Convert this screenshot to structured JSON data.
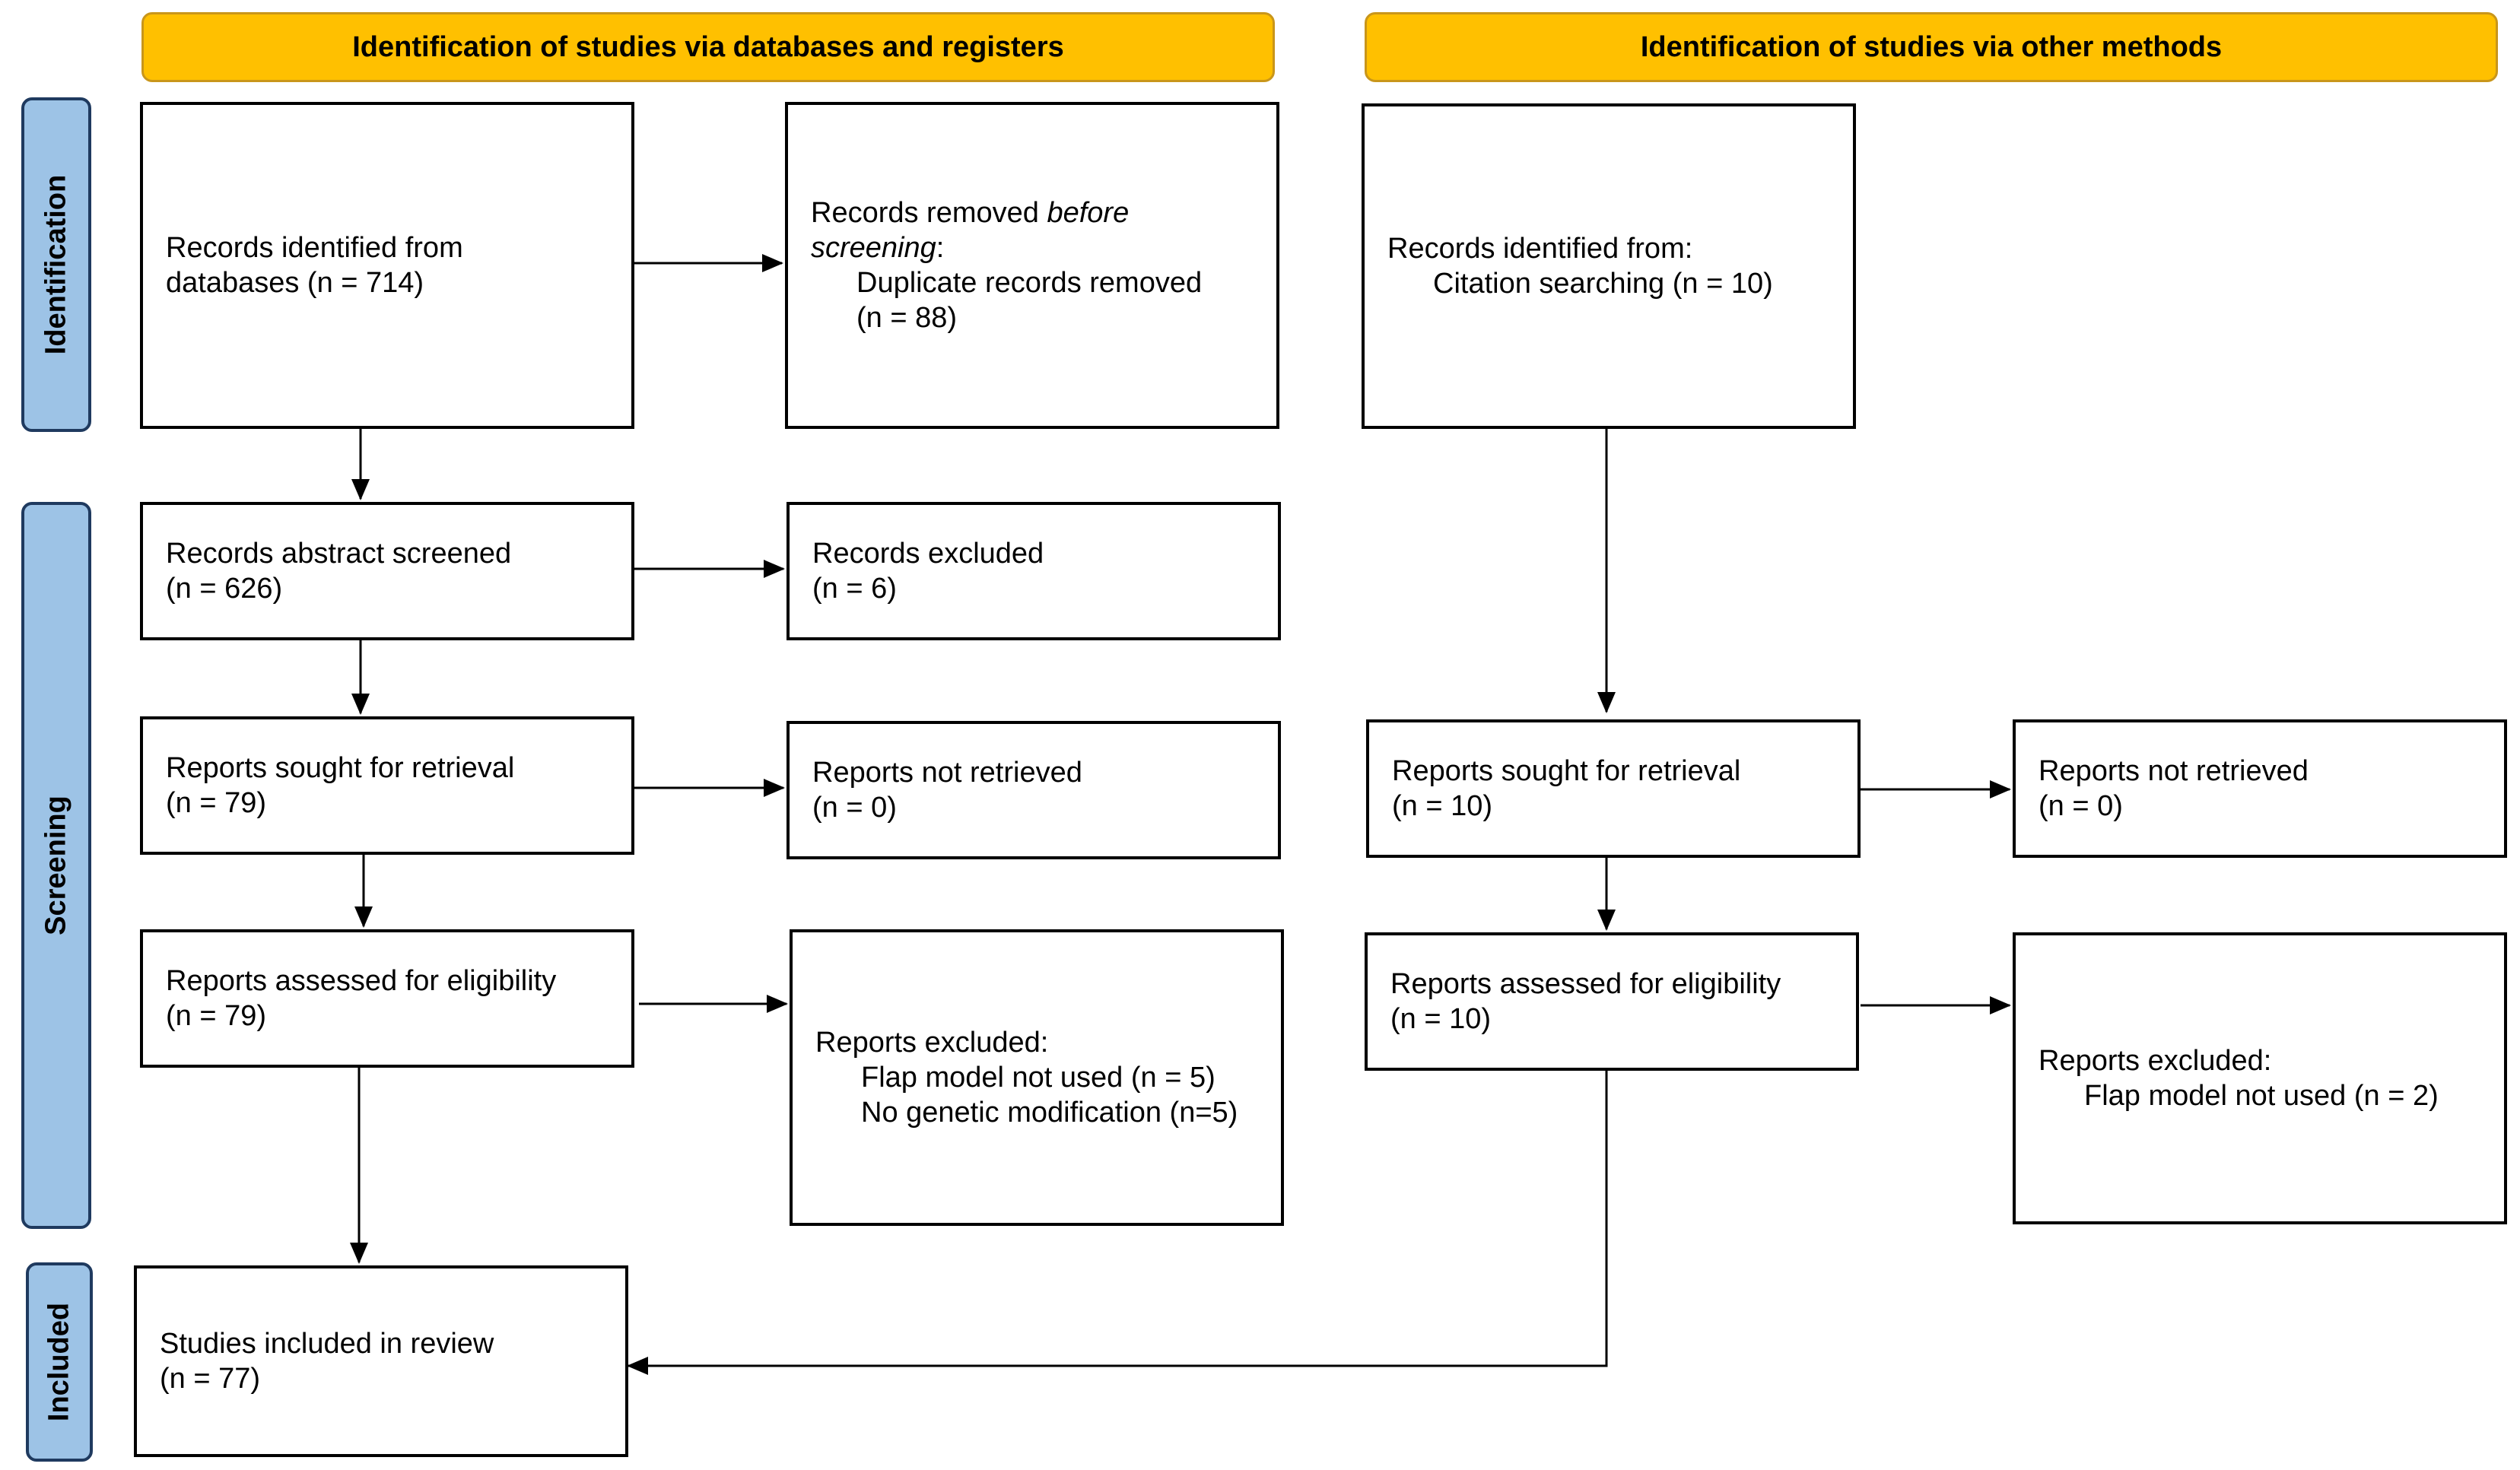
{
  "headers": {
    "databases": "Identification of studies via databases and registers",
    "other": "Identification of studies via other methods"
  },
  "phases": {
    "identification": "Identification",
    "screening": "Screening",
    "included": "Included"
  },
  "left": {
    "records_identified": {
      "line1": "Records identified from",
      "line2": "databases (n = 714)"
    },
    "records_removed": {
      "line1_a": "Records removed ",
      "line1_b": "before",
      "line2_a": "screening",
      "line2_b": ":",
      "line3": "Duplicate records removed",
      "line4": "(n = 88)"
    },
    "abstract_screened": {
      "line1": "Records abstract screened",
      "line2": "(n = 626)"
    },
    "records_excluded": {
      "line1": "Records excluded",
      "line2": "(n = 6)"
    },
    "sought": {
      "line1": "Reports sought for retrieval",
      "line2": "(n = 79)"
    },
    "not_retrieved": {
      "line1": "Reports not retrieved",
      "line2": "(n = 0)"
    },
    "assessed": {
      "line1": "Reports assessed for eligibility",
      "line2": "(n = 79)"
    },
    "excluded": {
      "line1": "Reports excluded:",
      "line2": "Flap model not used (n = 5)",
      "line3": "No genetic modification (n=5)"
    },
    "included": {
      "line1": "Studies included in review",
      "line2": "(n = 77)"
    }
  },
  "right": {
    "records_identified": {
      "line1": "Records identified from:",
      "line2": "Citation searching (n = 10)"
    },
    "sought": {
      "line1": "Reports sought for retrieval",
      "line2": "(n = 10)"
    },
    "not_retrieved": {
      "line1": "Reports not retrieved",
      "line2": "(n = 0)"
    },
    "assessed": {
      "line1": "Reports assessed for eligibility",
      "line2": "(n = 10)"
    },
    "excluded": {
      "line1": "Reports excluded:",
      "line2": "Flap model not used (n = 2)"
    }
  },
  "colors": {
    "header_fill": "#ffc000",
    "phase_fill": "#9dc3e6",
    "phase_border": "#1f3a5f",
    "line": "#000000"
  }
}
